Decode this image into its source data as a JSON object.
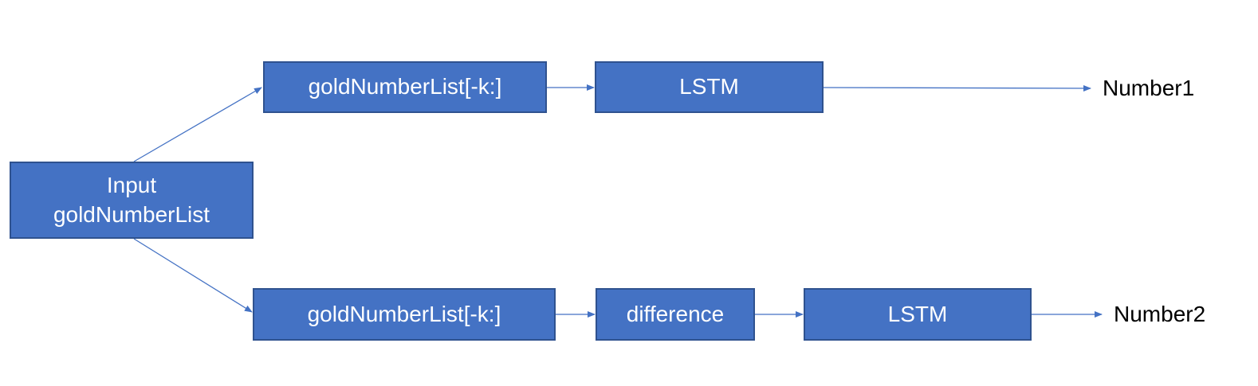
{
  "nodes": {
    "input": {
      "line1": "Input",
      "line2": "goldNumberList"
    },
    "top_slice": {
      "label": "goldNumberList[-k:]"
    },
    "top_lstm": {
      "label": "LSTM"
    },
    "bottom_slice": {
      "label": "goldNumberList[-k:]"
    },
    "difference": {
      "label": "difference"
    },
    "bottom_lstm": {
      "label": "LSTM"
    }
  },
  "outputs": {
    "number1": "Number1",
    "number2": "Number2"
  },
  "colors": {
    "box_fill": "#4472c4",
    "box_border": "#2f528f",
    "arrow": "#4472c4",
    "box_text": "#ffffff",
    "label_text": "#000000"
  }
}
